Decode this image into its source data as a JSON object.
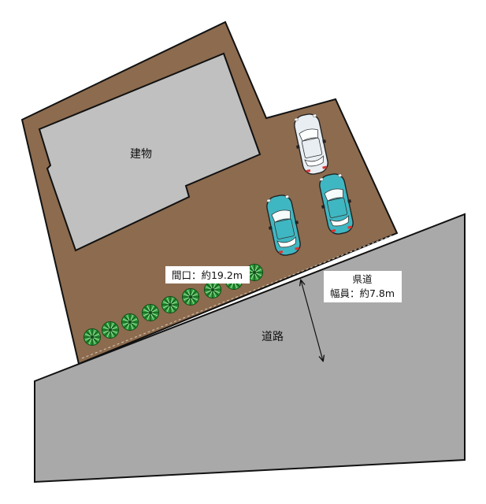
{
  "labels": {
    "building": "建物",
    "road": "道路",
    "frontage": "間口：約19.2m",
    "prefectural_road": "県道",
    "road_width": "幅員：約7.8m"
  },
  "colors": {
    "lot": "#8c6b4f",
    "building": "#c0c0c0",
    "road": "#a9a9a9",
    "outline": "#111111",
    "car_white": "#e9eef3",
    "car_teal": "#3fb7c2",
    "shrub": "#2f9e3c"
  },
  "icons": {
    "car": "car-icon",
    "shrub": "shrub-icon",
    "dimension": "dimension-arrow-icon"
  }
}
